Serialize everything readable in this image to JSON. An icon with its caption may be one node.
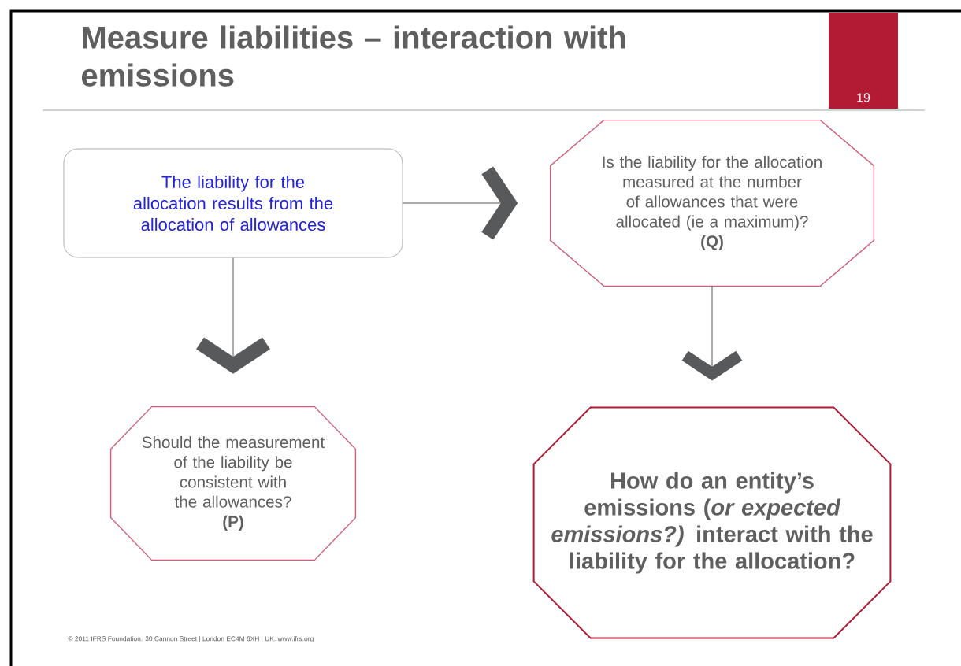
{
  "diagram": {
    "title": "Measure liabilities – interaction with emissions",
    "nodes": [
      {
        "text": [
          "The liability for the allocation results from the allocation of allowances"
        ]
      },
      {
        "text": [
          "Is the liability for the allocation measured at the number of allowances that were allocated (ie a maximum)?",
          "(Q)"
        ]
      },
      {
        "text": [
          "Should the measurement of the liability be consistent with the allowances?",
          "(P)"
        ]
      },
      {
        "text": [
          "How do an entity’s emissions (*or expected emissions?)* interact with the liability for the allocation?"
        ]
      }
    ],
    "edges": [
      {
        "from": 0,
        "to": 1,
        "arrow": "to"
      },
      {
        "from": 0,
        "to": 2,
        "arrow": "to"
      },
      {
        "from": 1,
        "to": 3,
        "arrow": "to"
      }
    ],
    "labels": [
      "19",
      "© 2011 IFRS Foundation.  30 Cannon Street  |  London EC4M 6XH  |  UK.  www.ifrs.org"
    ]
  }
}
